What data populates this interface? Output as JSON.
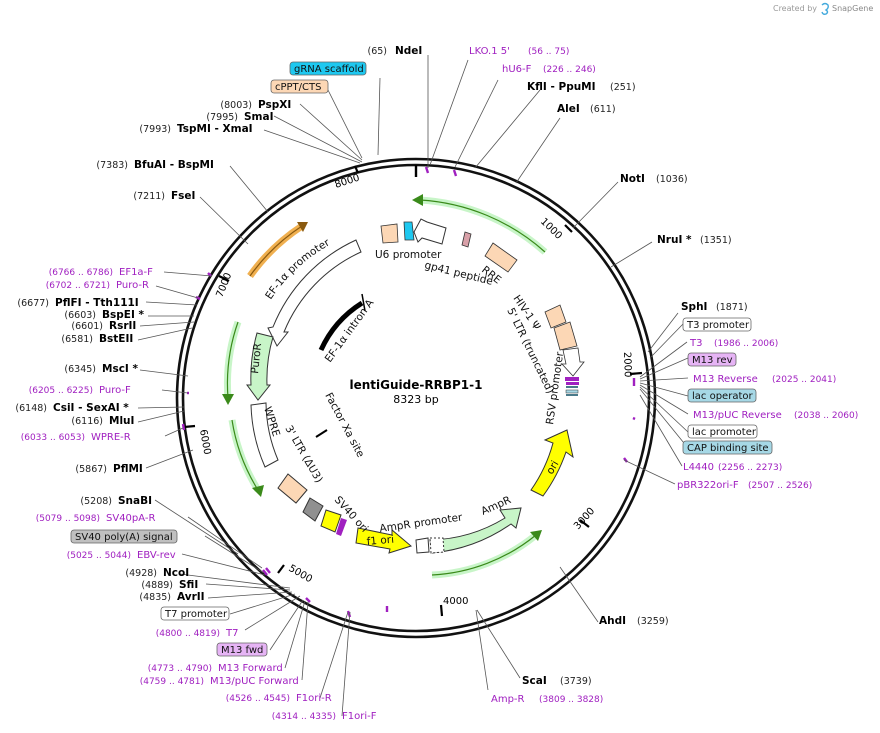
{
  "credit": {
    "created_by": "Created by",
    "brand": "SnapGene"
  },
  "plasmid": {
    "name": "lentiGuide-RRBP1-1",
    "size_label": "8323 bp"
  },
  "ticks": [
    "1000",
    "2000",
    "3000",
    "4000",
    "5000",
    "6000",
    "7000",
    "8000"
  ],
  "right_labels": [
    {
      "id": "nde",
      "kind": "enzyme",
      "name": "NdeI",
      "pos": "(65)"
    },
    {
      "id": "lko",
      "kind": "primer",
      "name": "LKO.1 5'",
      "pos": "(56 .. 75)"
    },
    {
      "id": "hu6",
      "kind": "primer",
      "name": "hU6-F",
      "pos": "(226 .. 246)"
    },
    {
      "id": "kfl",
      "kind": "enzyme",
      "name": "KflI  - PpuMI",
      "pos": "(251)"
    },
    {
      "id": "ale",
      "kind": "enzyme",
      "name": "AleI",
      "pos": "(611)"
    },
    {
      "id": "not",
      "kind": "enzyme",
      "name": "NotI",
      "pos": "(1036)"
    },
    {
      "id": "nru",
      "kind": "enzyme",
      "name": "NruI *",
      "pos": "(1351)"
    },
    {
      "id": "sph",
      "kind": "enzyme",
      "name": "SphI",
      "pos": "(1871)"
    },
    {
      "id": "t3p",
      "kind": "box",
      "name": "T3 promoter",
      "pos": ""
    },
    {
      "id": "t3",
      "kind": "primer",
      "name": "T3",
      "pos": "(1986 .. 2006)"
    },
    {
      "id": "m13r",
      "kind": "purplebox",
      "name": "M13 rev",
      "pos": ""
    },
    {
      "id": "m13rv",
      "kind": "primer",
      "name": "M13 Reverse",
      "pos": "(2025 .. 2041)"
    },
    {
      "id": "lacop",
      "kind": "bluebox",
      "name": "lac operator",
      "pos": ""
    },
    {
      "id": "m13puc",
      "kind": "primer",
      "name": "M13/pUC Reverse",
      "pos": "(2038 .. 2060)"
    },
    {
      "id": "lacp",
      "kind": "box",
      "name": "lac promoter",
      "pos": ""
    },
    {
      "id": "cap",
      "kind": "bluebox",
      "name": "CAP binding site",
      "pos": ""
    },
    {
      "id": "l4440",
      "kind": "primer",
      "name": "L4440",
      "pos": "(2256 .. 2273)"
    },
    {
      "id": "pbr",
      "kind": "primer",
      "name": "pBR322ori-F",
      "pos": "(2507 .. 2526)"
    },
    {
      "id": "ahd",
      "kind": "enzyme",
      "name": "AhdI",
      "pos": "(3259)"
    },
    {
      "id": "sca",
      "kind": "enzyme",
      "name": "ScaI",
      "pos": "(3739)"
    },
    {
      "id": "ampr",
      "kind": "primer",
      "name": "Amp-R",
      "pos": "(3809 .. 3828)"
    }
  ],
  "left_labels": [
    {
      "id": "grna",
      "kind": "bluebox",
      "name": "gRNA scaffold",
      "pos": ""
    },
    {
      "id": "cppt",
      "kind": "orangebox",
      "name": "cPPT/CTS",
      "pos": ""
    },
    {
      "id": "psp",
      "kind": "enzyme",
      "name": "PspXI",
      "pos": "(8003)"
    },
    {
      "id": "sma",
      "kind": "enzyme",
      "name": "SmaI",
      "pos": "(7995)"
    },
    {
      "id": "tsp",
      "kind": "enzyme",
      "name": "TspMI  - XmaI",
      "pos": "(7993)"
    },
    {
      "id": "bfu",
      "kind": "enzyme",
      "name": "BfuAI  - BspMI",
      "pos": "(7383)"
    },
    {
      "id": "fse",
      "kind": "enzyme",
      "name": "FseI",
      "pos": "(7211)"
    },
    {
      "id": "ef1af",
      "kind": "primer",
      "name": "EF1a-F",
      "pos": "(6766 .. 6786)"
    },
    {
      "id": "puror",
      "kind": "primer",
      "name": "Puro-R",
      "pos": "(6702 .. 6721)"
    },
    {
      "id": "pfl",
      "kind": "enzyme",
      "name": "PflFI  - Tth111I",
      "pos": "(6677)"
    },
    {
      "id": "bspe",
      "kind": "enzyme",
      "name": "BspEI *",
      "pos": "(6603)"
    },
    {
      "id": "rsr",
      "kind": "enzyme",
      "name": "RsrII",
      "pos": "(6601)"
    },
    {
      "id": "bst",
      "kind": "enzyme",
      "name": "BstEII",
      "pos": "(6581)"
    },
    {
      "id": "msc",
      "kind": "enzyme",
      "name": "MscI *",
      "pos": "(6345)"
    },
    {
      "id": "purof",
      "kind": "primer",
      "name": "Puro-F",
      "pos": "(6205 .. 6225)"
    },
    {
      "id": "csi",
      "kind": "enzyme",
      "name": "CsiI  - SexAI *",
      "pos": "(6148)"
    },
    {
      "id": "mlu",
      "kind": "enzyme",
      "name": "MluI",
      "pos": "(6116)"
    },
    {
      "id": "wpre",
      "kind": "primer",
      "name": "WPRE-R",
      "pos": "(6033 .. 6053)"
    },
    {
      "id": "pflm",
      "kind": "enzyme",
      "name": "PflMI",
      "pos": "(5867)"
    },
    {
      "id": "snab",
      "kind": "enzyme",
      "name": "SnaBI",
      "pos": "(5208)"
    },
    {
      "id": "sv40pa",
      "kind": "primer",
      "name": "SV40pA-R",
      "pos": "(5079 .. 5098)"
    },
    {
      "id": "sv40sig",
      "kind": "graybox",
      "name": "SV40 poly(A) signal",
      "pos": ""
    },
    {
      "id": "ebv",
      "kind": "primer",
      "name": "EBV-rev",
      "pos": "(5025 .. 5044)"
    },
    {
      "id": "nco",
      "kind": "enzyme",
      "name": "NcoI",
      "pos": "(4928)"
    },
    {
      "id": "sfi",
      "kind": "enzyme",
      "name": "SfiI",
      "pos": "(4889)"
    },
    {
      "id": "avr",
      "kind": "enzyme",
      "name": "AvrII",
      "pos": "(4835)"
    },
    {
      "id": "t7p",
      "kind": "box",
      "name": "T7 promoter",
      "pos": ""
    },
    {
      "id": "t7",
      "kind": "primer",
      "name": "T7",
      "pos": "(4800 .. 4819)"
    },
    {
      "id": "m13f",
      "kind": "purplebox",
      "name": "M13 fwd",
      "pos": ""
    },
    {
      "id": "m13fw",
      "kind": "primer",
      "name": "M13 Forward",
      "pos": "(4773 .. 4790)"
    },
    {
      "id": "m13pf",
      "kind": "primer",
      "name": "M13/pUC Forward",
      "pos": "(4759 .. 4781)"
    },
    {
      "id": "f1r",
      "kind": "primer",
      "name": "F1ori-R",
      "pos": "(4526 .. 4545)"
    },
    {
      "id": "f1f",
      "kind": "primer",
      "name": "F1ori-F",
      "pos": "(4314 .. 4335)"
    }
  ],
  "features": {
    "u6": "U6 promoter",
    "gp41": "gp41 peptide",
    "rre": "RRE",
    "hiv": "HIV-1 Ψ",
    "ltr5": "5' LTR (truncated)",
    "rsv": "RSV promoter",
    "ori": "ori",
    "ampr": "AmpR",
    "amprp": "AmpR promoter",
    "f1": "f1 ori",
    "sv40": "SV40 ori",
    "ltr3": "3' LTR (ΔU3)",
    "wpre": "WPRE",
    "puror": "PuroR",
    "ef1a": "EF-1α promoter",
    "intron": "EF-1α intron A",
    "fxa": "Factor Xa site"
  },
  "colors": {
    "primer": "#a020c0",
    "promoter_fill": "#ffffff",
    "gene_green": "#c8f5c8",
    "ori_yellow": "#ffff00",
    "ltr_orange": "#fcd7b5",
    "grna_blue": "#1ec8f0",
    "lac_blue": "#a6d8e6",
    "m13_purple": "#e6b4f5",
    "gray_box": "#c0c0c0"
  }
}
